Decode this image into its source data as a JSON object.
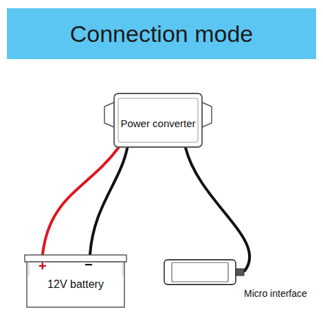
{
  "diagram": {
    "title": "Connection mode",
    "nodes": [
      {
        "text": [
          "Power converter"
        ]
      },
      {
        "text": [
          "+",
          "−",
          "12V battery"
        ]
      },
      {
        "text": [
          "Micro interface"
        ]
      }
    ],
    "edges": [
      {
        "from": 1,
        "to": 0,
        "arrow": "none"
      },
      {
        "from": 1,
        "to": 0,
        "arrow": "none"
      },
      {
        "from": 0,
        "to": 2,
        "arrow": "none"
      }
    ]
  }
}
